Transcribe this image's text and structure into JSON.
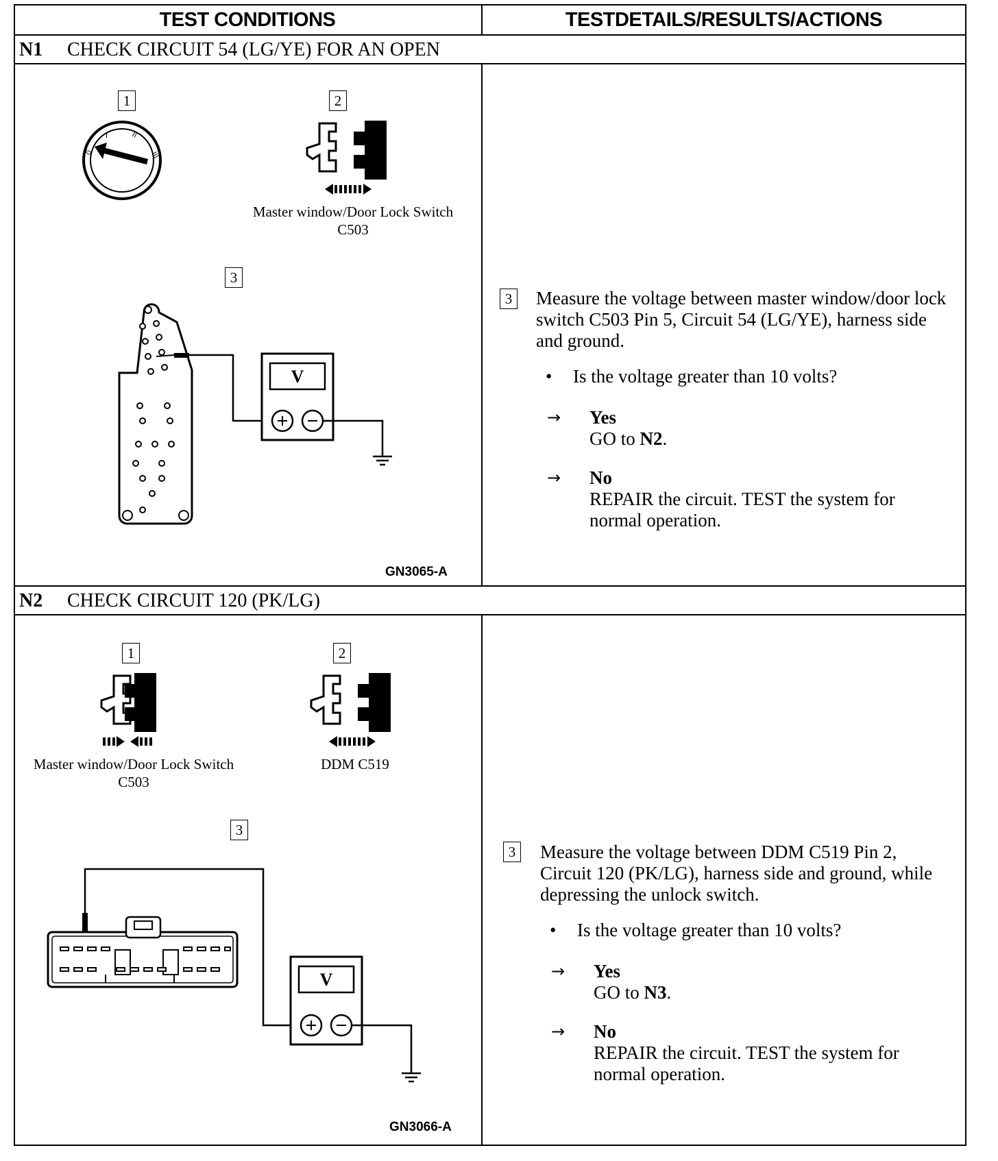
{
  "headers": {
    "left": "TEST CONDITIONS",
    "right": "TESTDETAILS/RESULTS/ACTIONS"
  },
  "steps": [
    {
      "id": "N1",
      "title": "CHECK CIRCUIT 54 (LG/YE) FOR AN OPEN",
      "figure": {
        "callouts": [
          "1",
          "2",
          "3"
        ],
        "caption_line1": "Master window/Door Lock Switch",
        "caption_line2": "C503",
        "figure_id": "GN3065-A",
        "meter_label": "V"
      },
      "detail": {
        "callout": "3",
        "instruction": "Measure the voltage between master window/door lock switch C503 Pin 5, Circuit 54 (LG/YE), harness side and ground.",
        "question": "Is the voltage greater than 10 volts?",
        "yes_label": "Yes",
        "yes_action_prefix": "GO to ",
        "yes_action_target": "N2",
        "no_label": "No",
        "no_action": "REPAIR the circuit. TEST the system for normal operation."
      }
    },
    {
      "id": "N2",
      "title": "CHECK CIRCUIT 120 (PK/LG)",
      "figure": {
        "callouts": [
          "1",
          "2",
          "3"
        ],
        "caption1_line1": "Master window/Door Lock Switch",
        "caption1_line2": "C503",
        "caption2": "DDM C519",
        "figure_id": "GN3066-A",
        "meter_label": "V"
      },
      "detail": {
        "callout": "3",
        "instruction": "Measure the voltage between DDM C519 Pin 2, Circuit 120 (PK/LG), harness side and ground, while depressing the unlock switch.",
        "question": "Is the voltage greater than 10 volts?",
        "yes_label": "Yes",
        "yes_action_prefix": "GO to ",
        "yes_action_target": "N3",
        "no_label": "No",
        "no_action": "REPAIR the circuit. TEST the system for normal operation."
      }
    }
  ]
}
